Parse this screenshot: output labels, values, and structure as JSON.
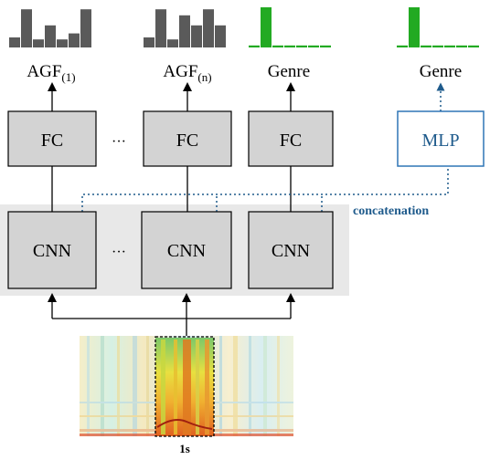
{
  "colors": {
    "histogram_gray": "#5a5a5a",
    "genre_green": "#22aa22",
    "box_fill": "#d3d3d3",
    "panel_fill": "#e8e8e8",
    "mlp_border": "#2e75b6",
    "concat_color": "#1f5b8c",
    "text": "#000000"
  },
  "outputs": {
    "agf_1_main": "AGF",
    "agf_1_sub": "(1)",
    "agf_n_main": "AGF",
    "agf_n_sub": "(n)",
    "genre_fc": "Genre",
    "genre_mlp": "Genre"
  },
  "fc_boxes": {
    "fc_1": "FC",
    "fc_n": "FC",
    "fc_genre": "FC",
    "ellipsis": "···"
  },
  "mlp": {
    "label": "MLP"
  },
  "cnn_boxes": {
    "cnn_1": "CNN",
    "cnn_n": "CNN",
    "cnn_genre": "CNN",
    "ellipsis": "···"
  },
  "concat_label": "concatenation",
  "spectrogram": {
    "segment_label": "1s"
  },
  "histograms": {
    "agf_1": [
      0.25,
      0.95,
      0.2,
      0.55,
      0.2,
      0.35,
      0.95
    ],
    "agf_n": [
      0.25,
      0.95,
      0.2,
      0.8,
      0.55,
      0.95,
      0.55
    ],
    "genre_fc": [
      0.05,
      1.0,
      0.05,
      0.05,
      0.05,
      0.05,
      0.05
    ],
    "genre_mlp": [
      0.05,
      1.0,
      0.05,
      0.05,
      0.05,
      0.05,
      0.05
    ]
  },
  "icons": {
    "histogram": "bar-histogram-icon",
    "arrow": "arrowhead-icon"
  }
}
